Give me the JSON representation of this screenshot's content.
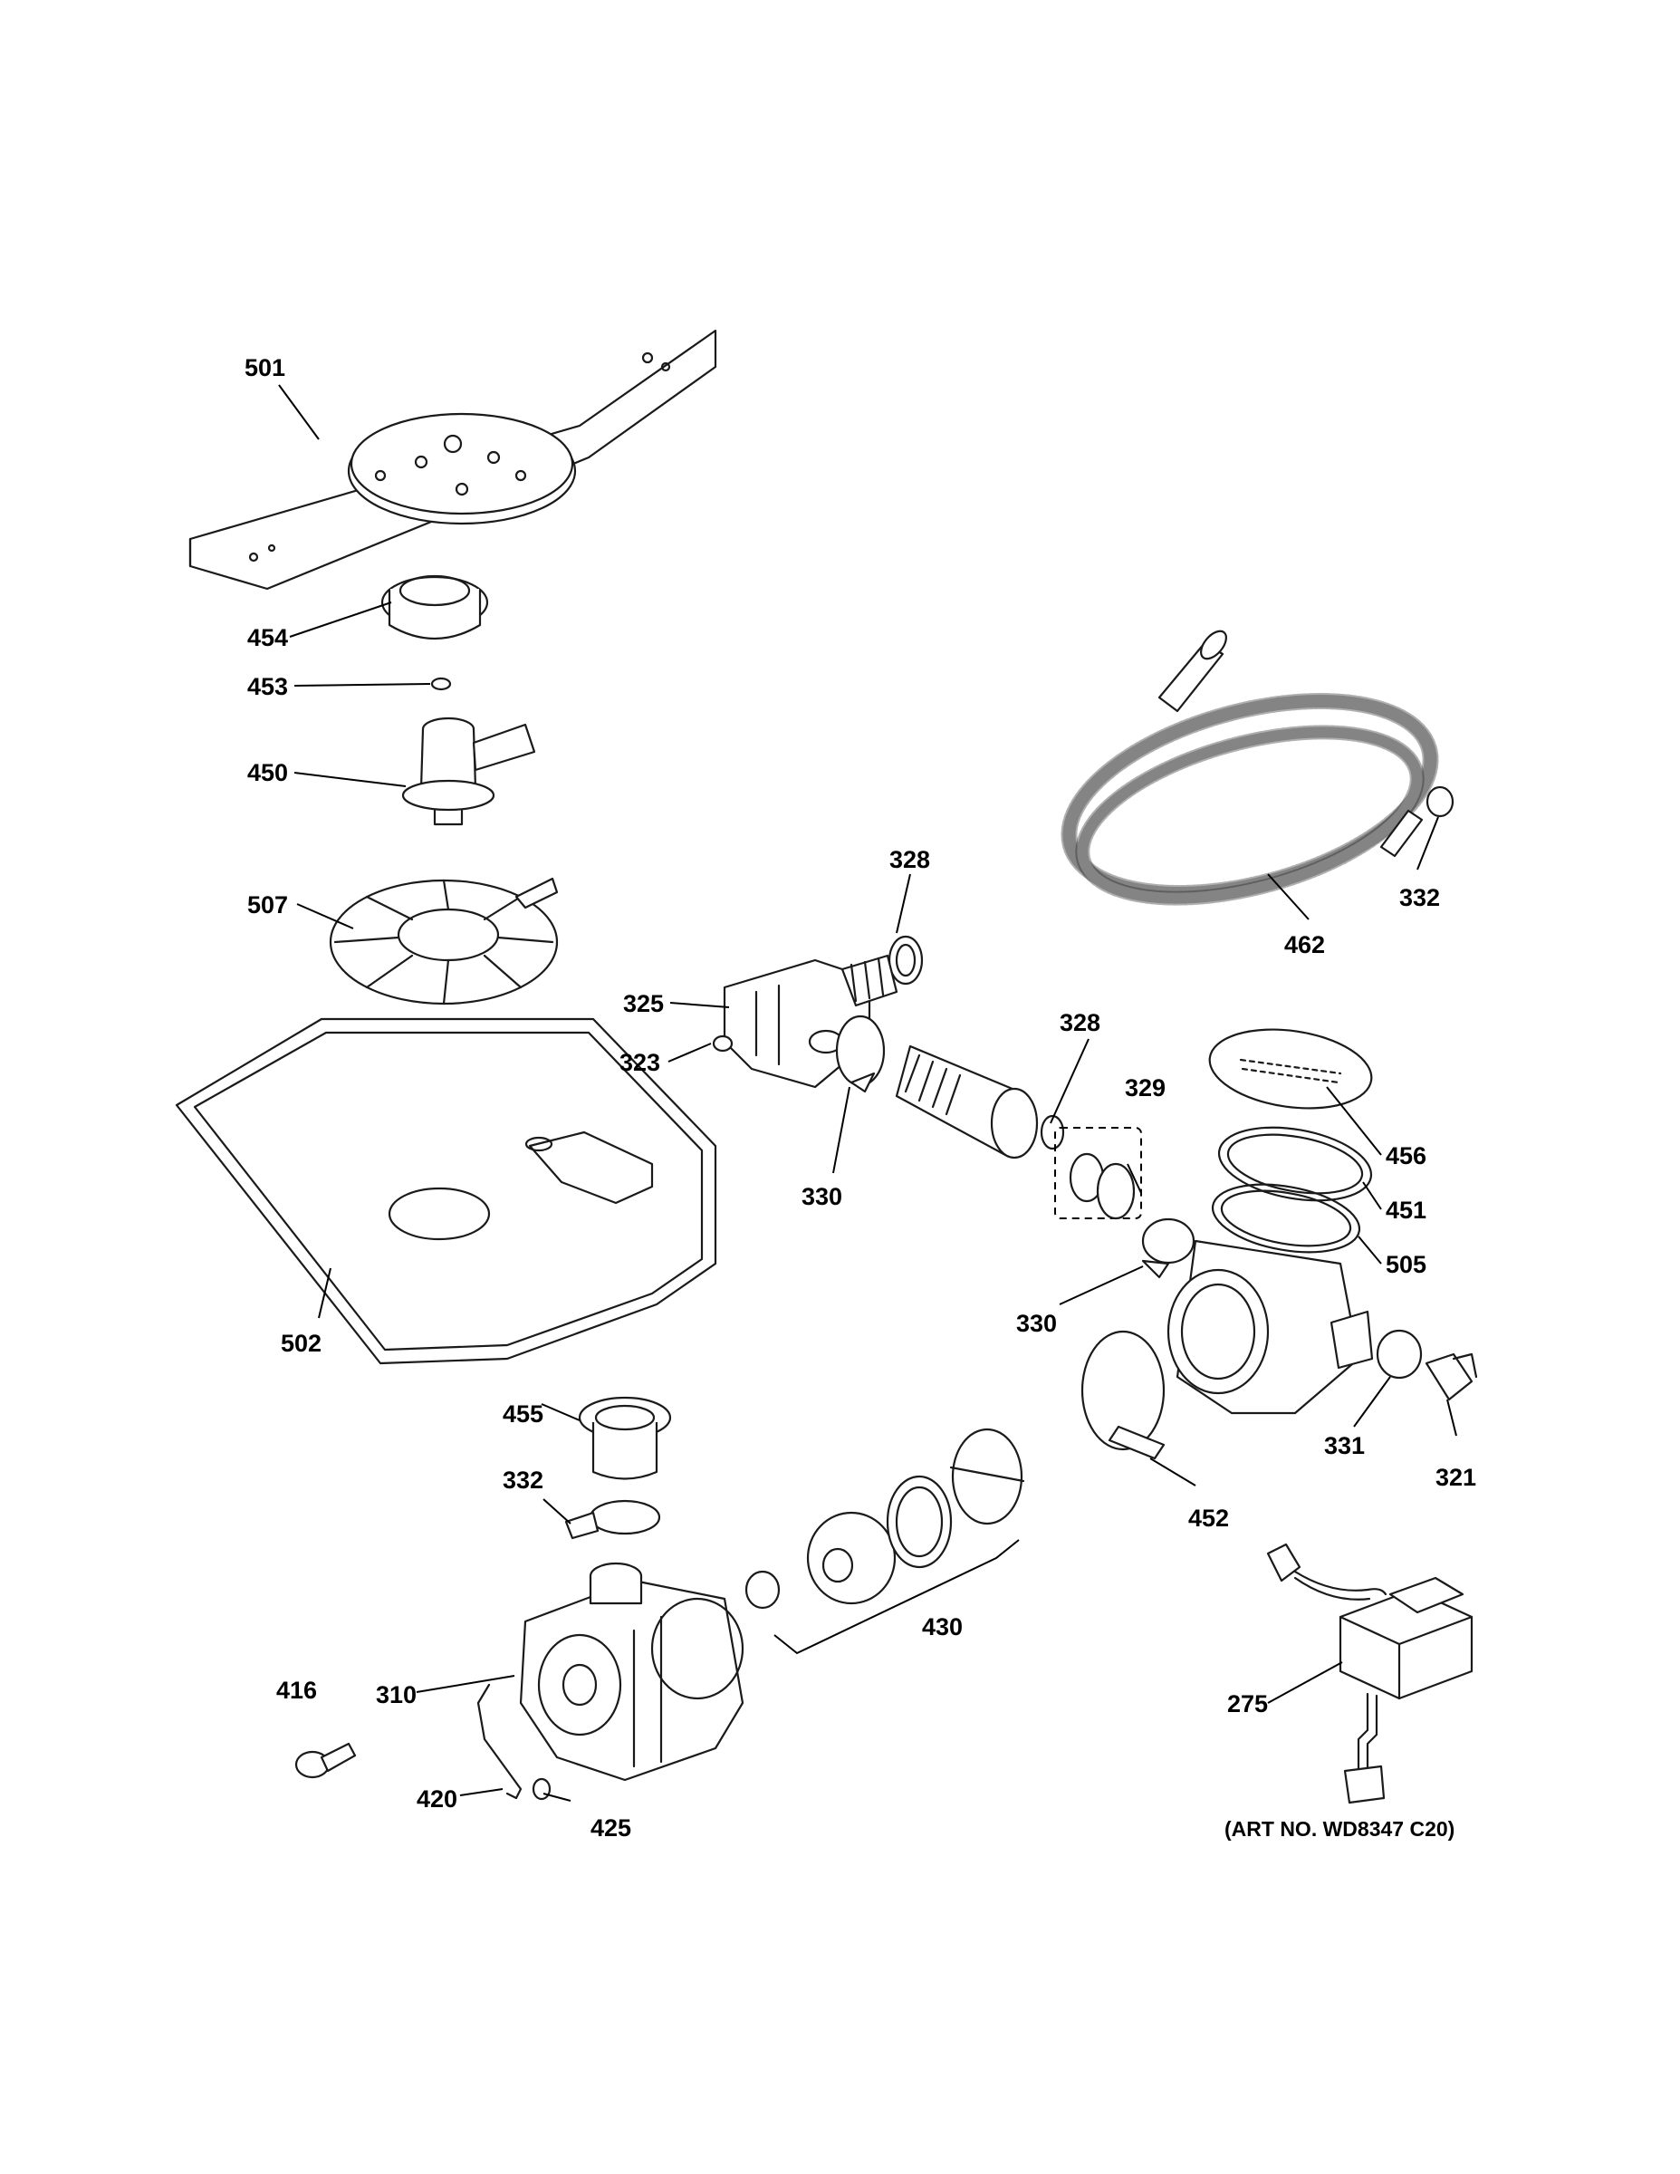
{
  "diagram": {
    "art_number": "(ART NO. WD8347 C20)",
    "callouts": {
      "c501": "501",
      "c454": "454",
      "c453": "453",
      "c450": "450",
      "c507": "507",
      "c502": "502",
      "c328a": "328",
      "c325": "325",
      "c323": "323",
      "c330a": "330",
      "c328b": "328",
      "c329": "329",
      "c330b": "330",
      "c456": "456",
      "c451": "451",
      "c505": "505",
      "c462": "462",
      "c332a": "332",
      "c331": "331",
      "c321": "321",
      "c452": "452",
      "c455": "455",
      "c332b": "332",
      "c430": "430",
      "c416": "416",
      "c310": "310",
      "c420": "420",
      "c425": "425",
      "c275": "275"
    }
  }
}
